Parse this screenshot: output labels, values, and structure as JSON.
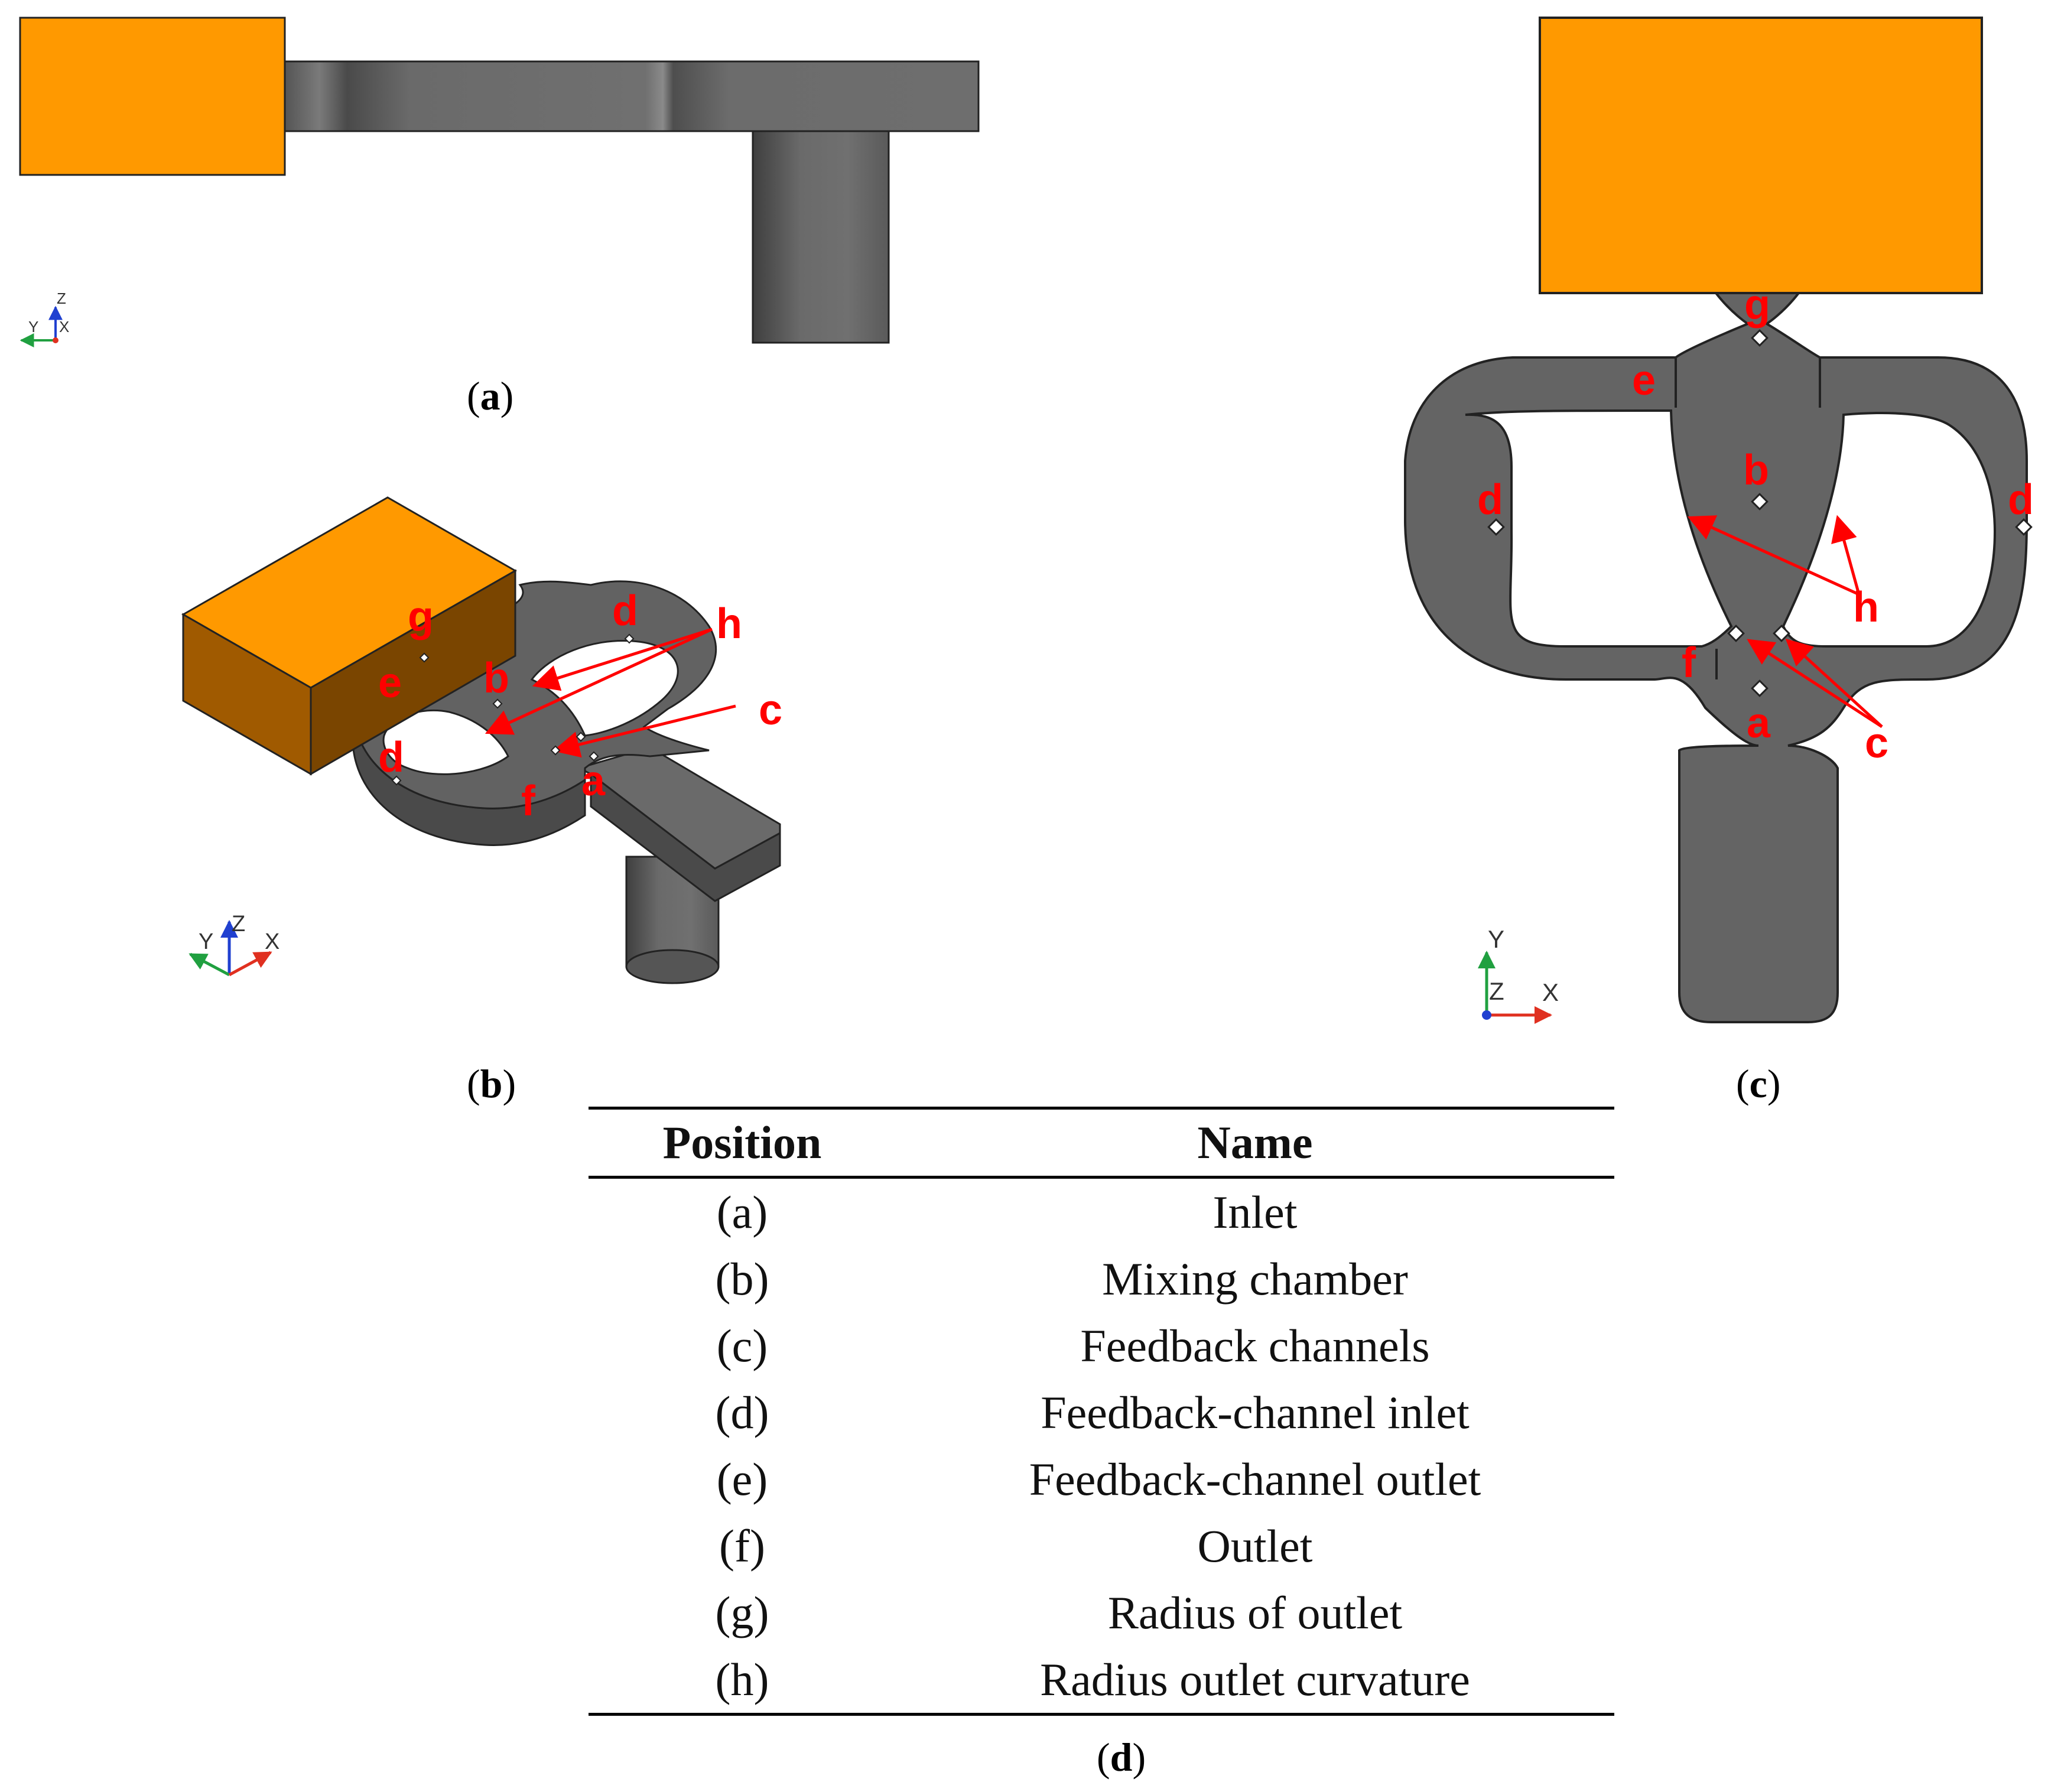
{
  "panels": {
    "a": {
      "caption_open": "(",
      "caption_letter": "a",
      "caption_close": ")"
    },
    "b": {
      "caption_open": "(",
      "caption_letter": "b",
      "caption_close": ")"
    },
    "c": {
      "caption_open": "(",
      "caption_letter": "c",
      "caption_close": ")"
    },
    "d": {
      "caption_open": "(",
      "caption_letter": "d",
      "caption_close": ")"
    }
  },
  "axes": {
    "a": {
      "x": "X",
      "y": "Y",
      "z": "Z"
    },
    "b": {
      "x": "X",
      "y": "Y",
      "z": "Z"
    },
    "c": {
      "x": "X",
      "y": "Y",
      "z": "Z"
    }
  },
  "labels": {
    "b": {
      "a": "a",
      "b": "b",
      "c": "c",
      "d1": "d",
      "d2": "d",
      "e": "e",
      "f": "f",
      "g": "g",
      "h": "h"
    },
    "c": {
      "a": "a",
      "b": "b",
      "c": "c",
      "d1": "d",
      "d2": "d",
      "e": "e",
      "f": "f",
      "g": "g",
      "h": "h"
    }
  },
  "colors": {
    "orange": "#ff9900",
    "orange_dark": "#a05a00",
    "body": "#646464",
    "label": "#ff0000"
  },
  "table": {
    "headers": {
      "position": "Position",
      "name": "Name"
    },
    "rows": [
      {
        "position": "(a)",
        "name": "Inlet"
      },
      {
        "position": "(b)",
        "name": "Mixing chamber"
      },
      {
        "position": "(c)",
        "name": "Feedback channels"
      },
      {
        "position": "(d)",
        "name": "Feedback-channel inlet"
      },
      {
        "position": "(e)",
        "name": "Feedback-channel outlet"
      },
      {
        "position": "(f)",
        "name": "Outlet"
      },
      {
        "position": "(g)",
        "name": "Radius of outlet"
      },
      {
        "position": "(h)",
        "name": "Radius outlet curvature"
      }
    ]
  }
}
